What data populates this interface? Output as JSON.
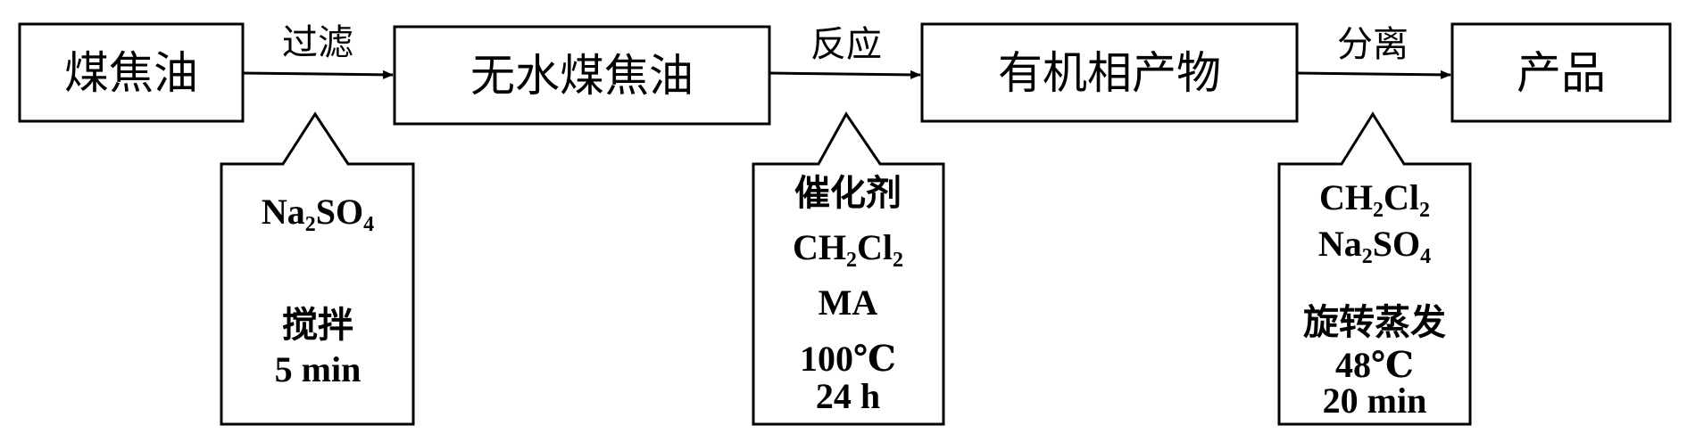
{
  "steps": [
    {
      "label": "煤焦油"
    },
    {
      "label": "无水煤焦油"
    },
    {
      "label": "有机相产物"
    },
    {
      "label": "产品"
    }
  ],
  "arrows": [
    {
      "label": "过滤"
    },
    {
      "label": "反应"
    },
    {
      "label": "分离"
    }
  ],
  "callouts": [
    {
      "lines": [
        {
          "main": "Na",
          "s1": "2",
          "mid": "SO",
          "s2": "4"
        },
        {
          "text": "搅拌"
        },
        {
          "text": "5 min"
        }
      ]
    },
    {
      "lines": [
        {
          "text": "催化剂"
        },
        {
          "main": "CH",
          "s1": "2",
          "mid": "Cl",
          "s2": "2"
        },
        {
          "text": "MA"
        },
        {
          "text": "100℃"
        },
        {
          "text": "24 h"
        }
      ]
    },
    {
      "lines": [
        {
          "main": "CH",
          "s1": "2",
          "mid": "Cl",
          "s2": "2"
        },
        {
          "main": "Na",
          "s1": "2",
          "mid": "SO",
          "s2": "4"
        },
        {
          "text": "旋转蒸发"
        },
        {
          "text": "48℃"
        },
        {
          "text": "20 min"
        }
      ]
    }
  ]
}
